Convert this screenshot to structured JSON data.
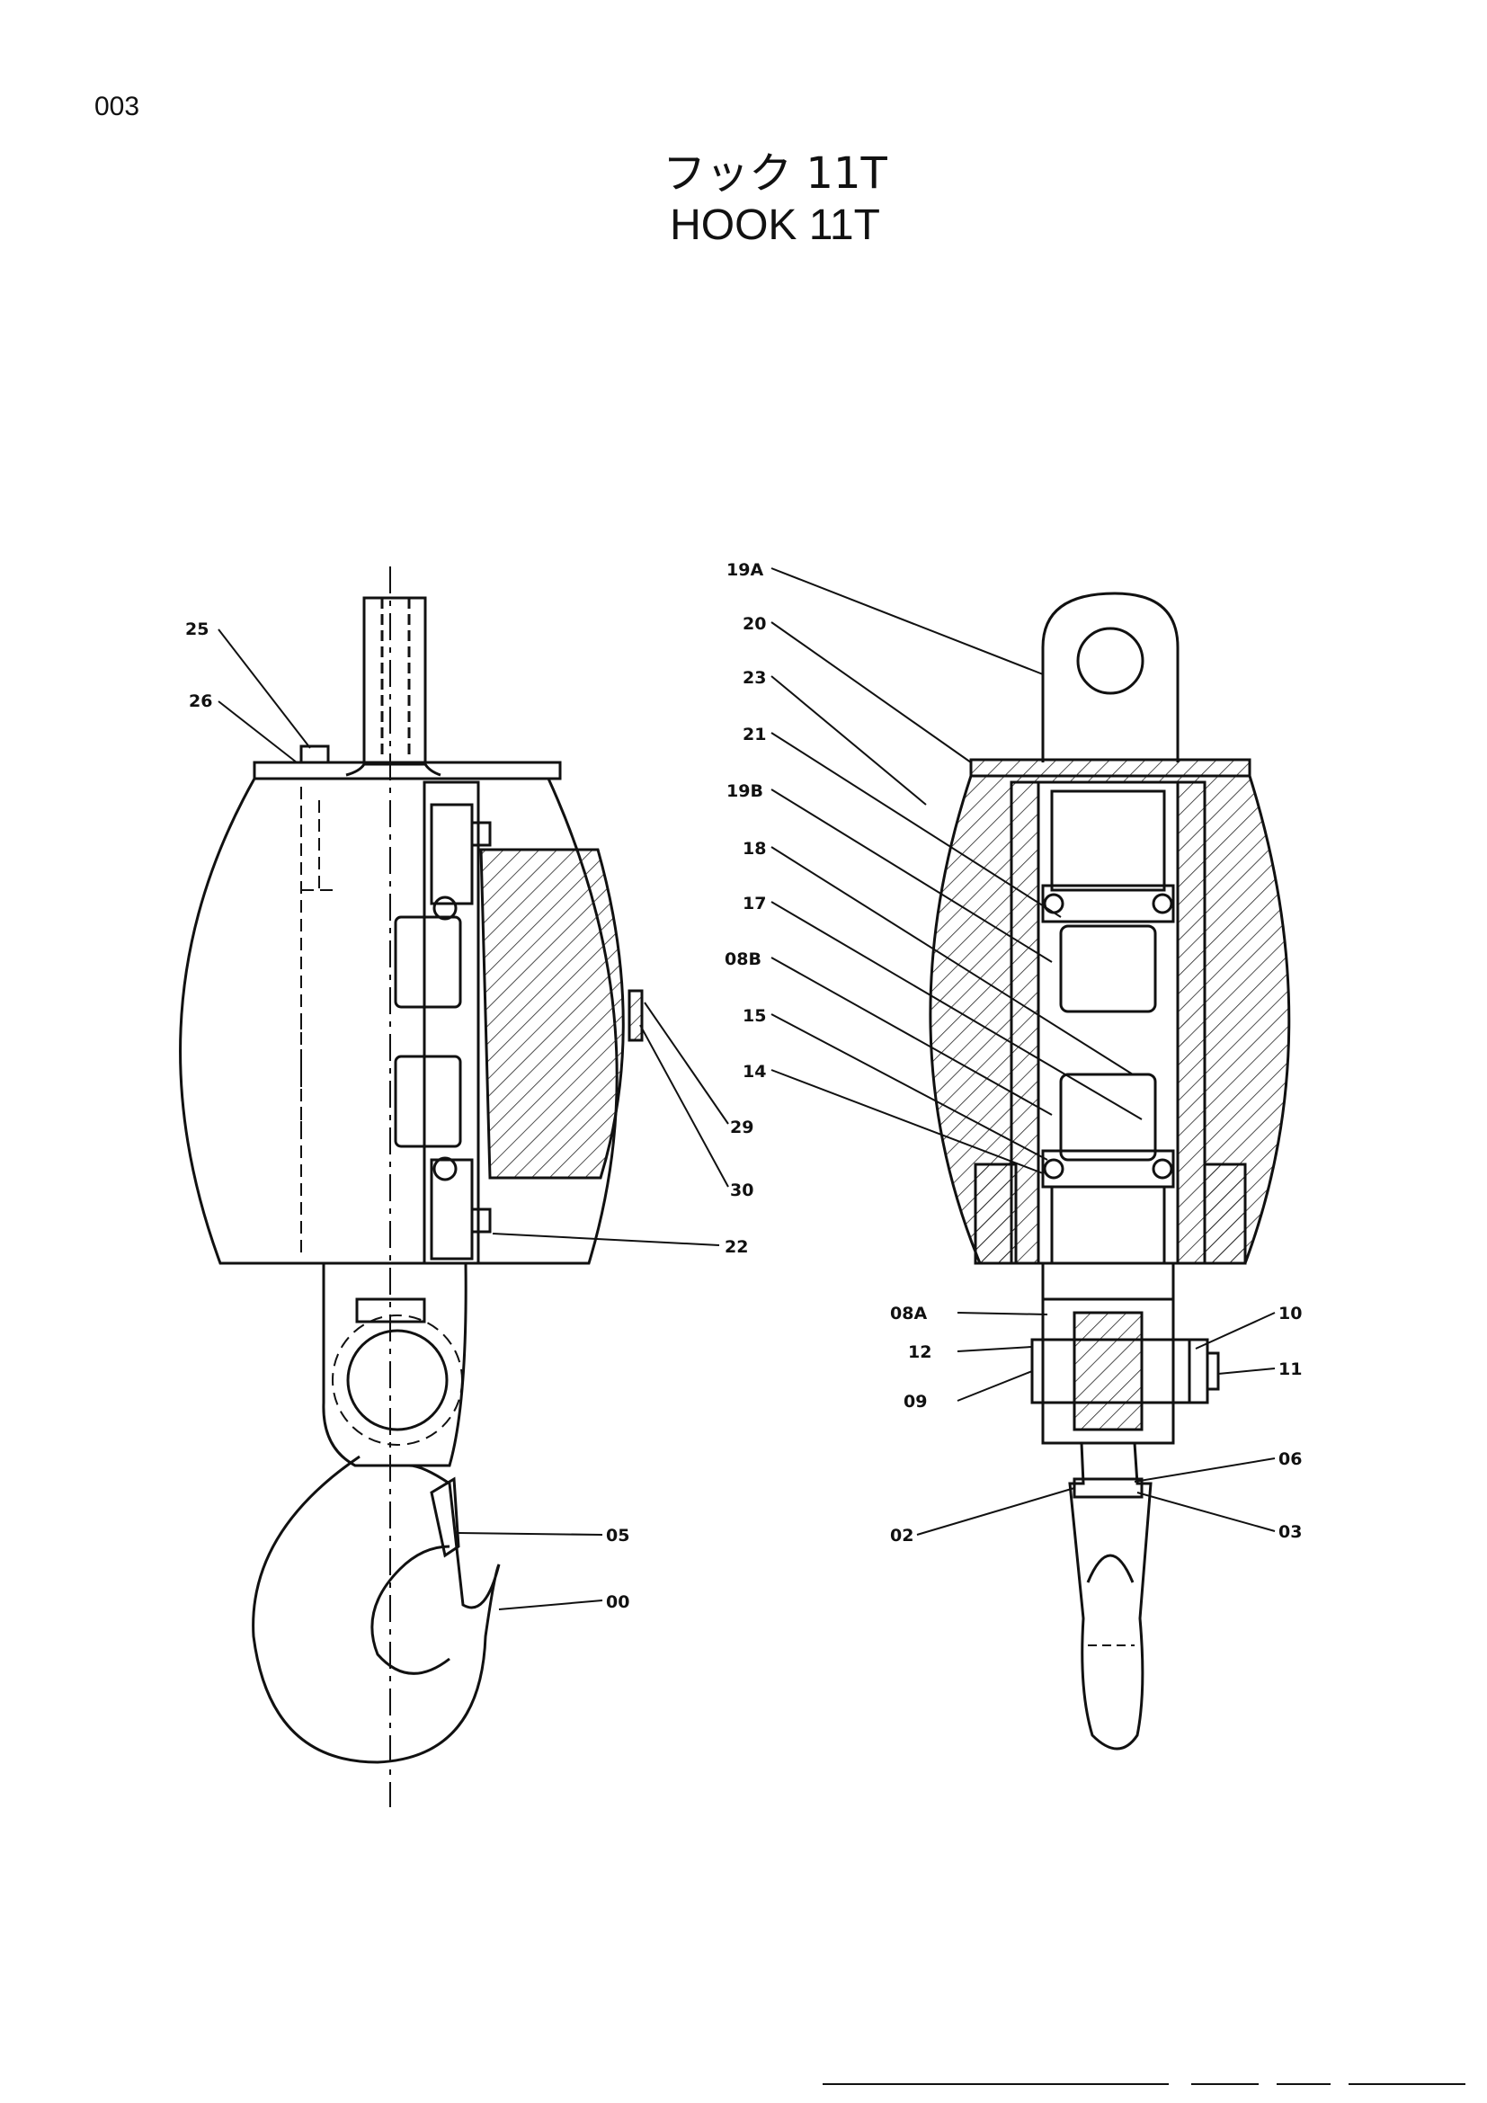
{
  "page": {
    "number": "003"
  },
  "title": {
    "japanese": "フック 11T",
    "english": "HOOK 11T"
  },
  "callouts": {
    "left_view": [
      "25",
      "26",
      "29",
      "30",
      "22",
      "05",
      "00"
    ],
    "right_view": [
      "19A",
      "20",
      "23",
      "21",
      "19B",
      "18",
      "17",
      "08B",
      "15",
      "14",
      "08A",
      "12",
      "09",
      "10",
      "11",
      "06",
      "02",
      "03"
    ]
  },
  "colors": {
    "ink": "#111111",
    "paper": "#ffffff"
  }
}
